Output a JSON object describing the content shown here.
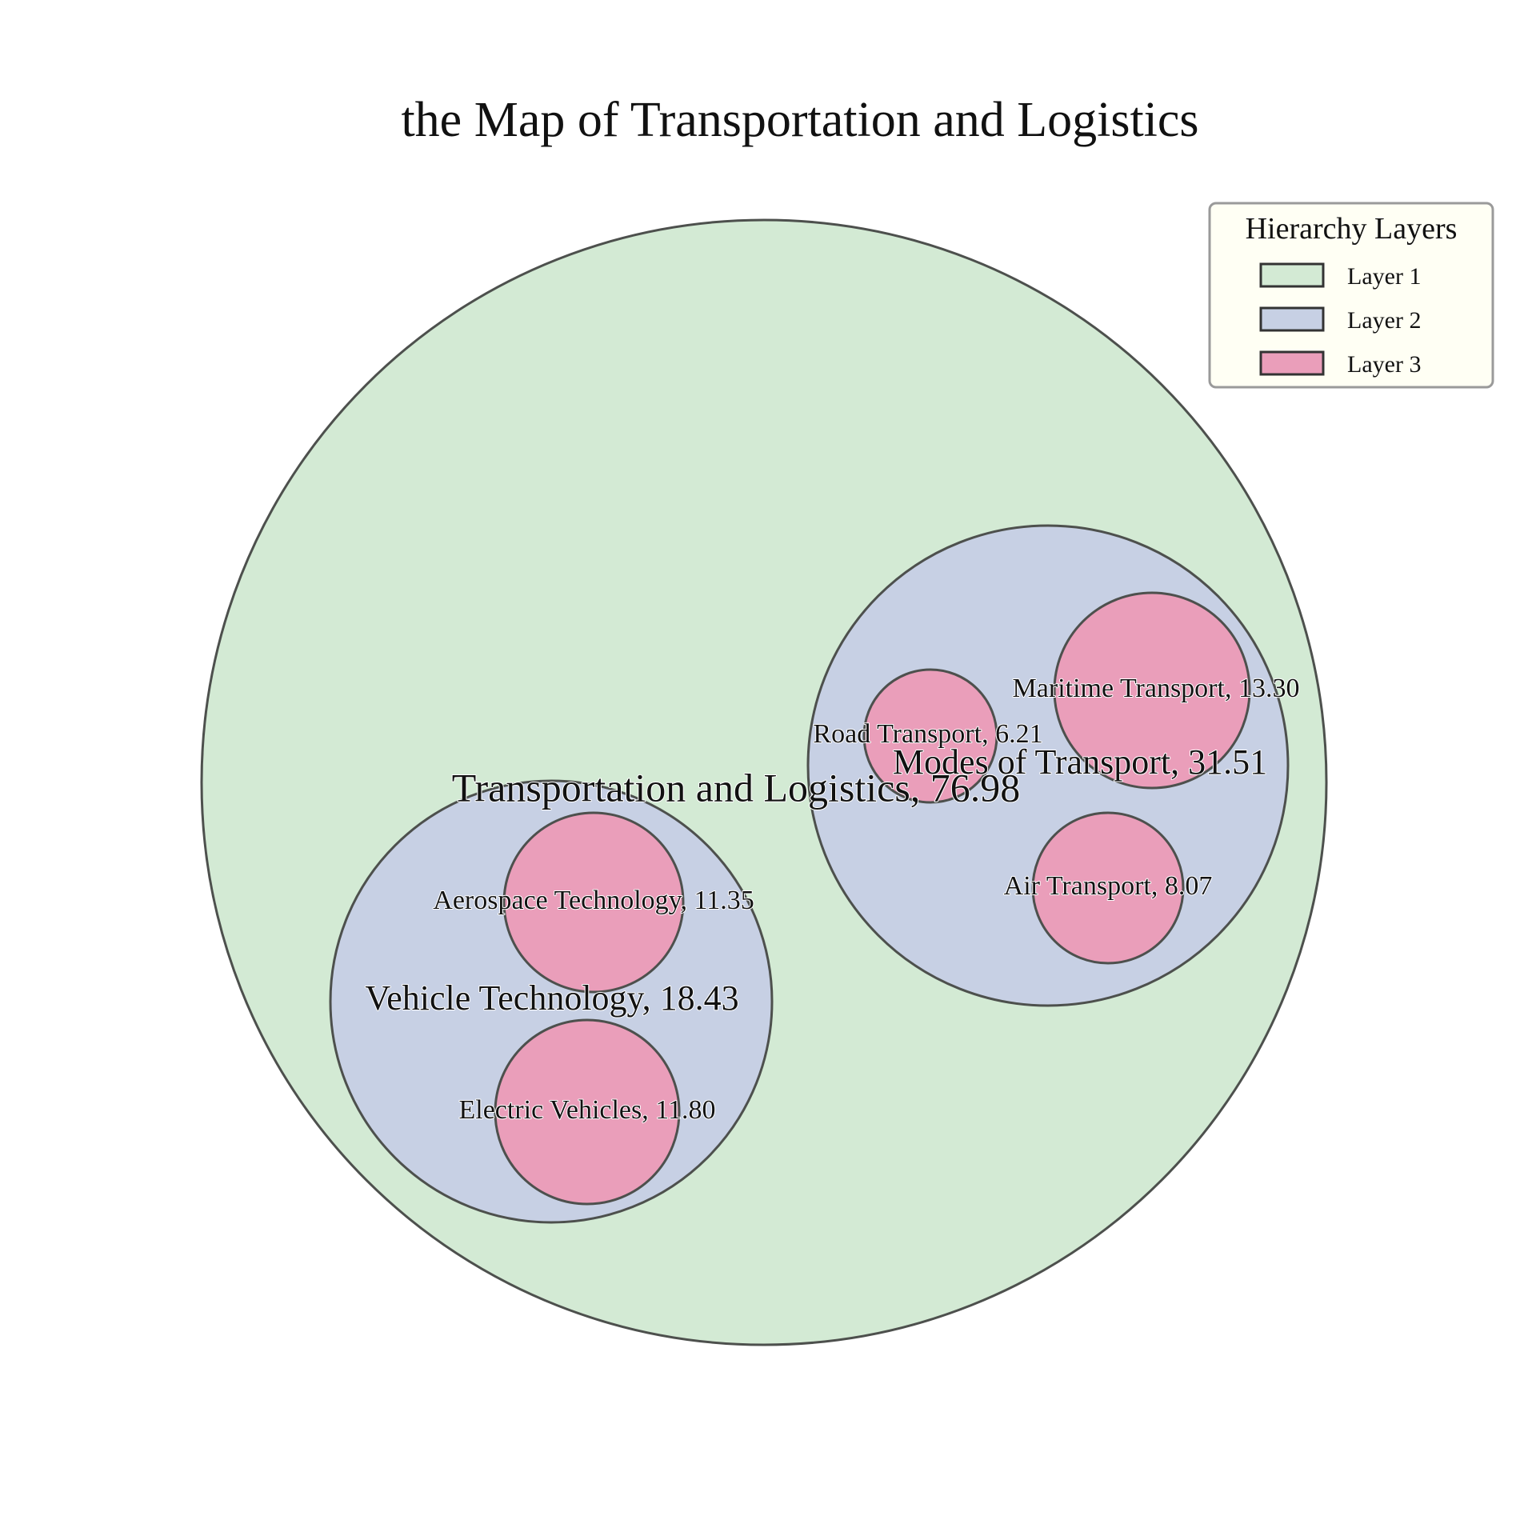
{
  "chart_data": {
    "type": "circle-packing",
    "title": "the Map of Transportation and Logistics",
    "nodes": [
      {
        "id": "root",
        "label": "Transportation and Logistics, 76.98",
        "name": "Transportation and Logistics",
        "value": 76.98,
        "layer": 1,
        "parent": null
      },
      {
        "id": "modes",
        "label": "Modes of Transport, 31.51",
        "name": "Modes of Transport",
        "value": 31.51,
        "layer": 2,
        "parent": "root"
      },
      {
        "id": "vehicle",
        "label": "Vehicle Technology, 18.43",
        "name": "Vehicle Technology",
        "value": 18.43,
        "layer": 2,
        "parent": "root"
      },
      {
        "id": "maritime",
        "label": "Maritime Transport, 13.30",
        "name": "Maritime Transport",
        "value": 13.3,
        "layer": 3,
        "parent": "modes"
      },
      {
        "id": "road",
        "label": "Road Transport, 6.21",
        "name": "Road Transport",
        "value": 6.21,
        "layer": 3,
        "parent": "modes"
      },
      {
        "id": "air",
        "label": "Air Transport, 8.07",
        "name": "Air Transport",
        "value": 8.07,
        "layer": 3,
        "parent": "modes"
      },
      {
        "id": "aero",
        "label": "Aerospace Technology, 11.35",
        "name": "Aerospace Technology",
        "value": 11.35,
        "layer": 3,
        "parent": "vehicle"
      },
      {
        "id": "ev",
        "label": "Electric Vehicles, 11.80",
        "name": "Electric Vehicles",
        "value": 11.8,
        "layer": 3,
        "parent": "vehicle"
      }
    ],
    "legend": {
      "title": "Hierarchy Layers",
      "placement": "top-right",
      "items": [
        {
          "label": "Layer 1",
          "color": "#d3ead4"
        },
        {
          "label": "Layer 2",
          "color": "#c7d0e4"
        },
        {
          "label": "Layer 3",
          "color": "#ea9eba"
        }
      ]
    },
    "colors": {
      "layer1": "#d3ead4",
      "layer2": "#c7d0e4",
      "layer3": "#ea9eba",
      "outline": "#4d504d",
      "legend_bg": "#fffff4",
      "legend_border": "#9a9a9a"
    }
  }
}
